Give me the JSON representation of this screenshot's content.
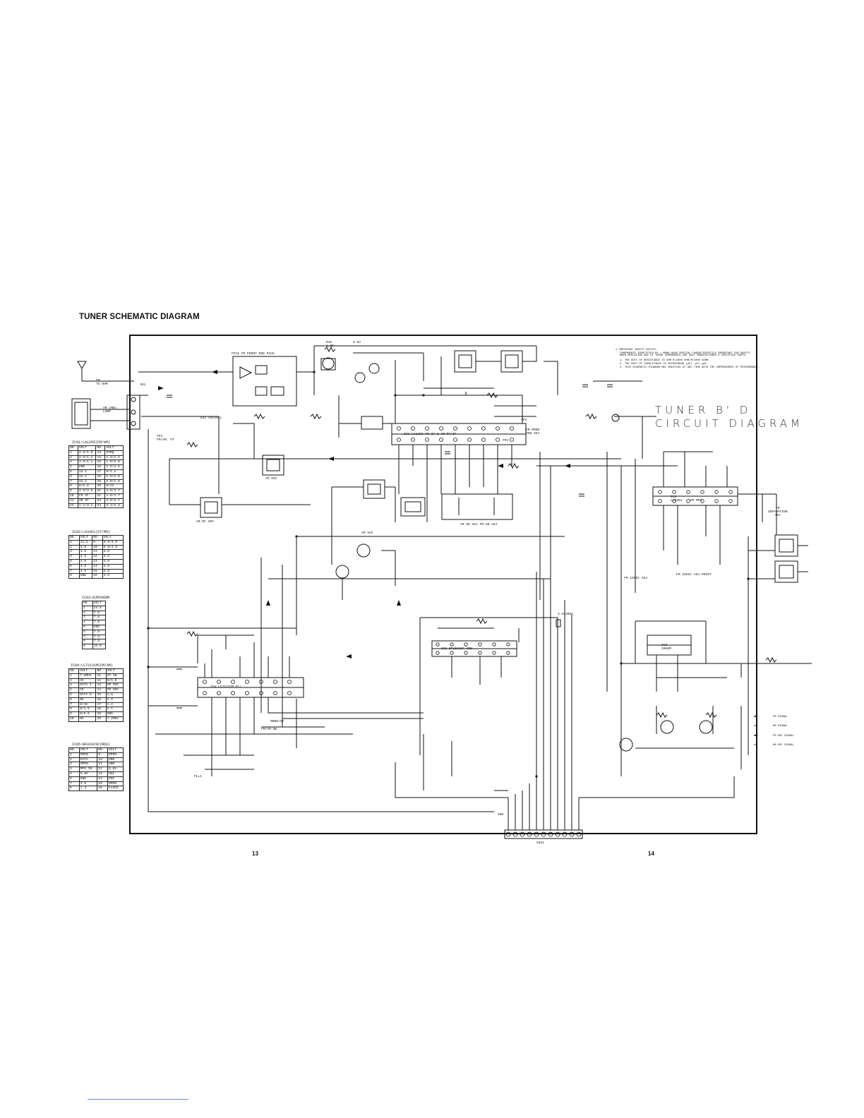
{
  "heading": "TUNER SCHEMATIC DIAGRAM",
  "board_title": {
    "line1": "TUNER B' D",
    "line2": "CIRCUIT DIAGRAM"
  },
  "page_numbers": {
    "left": "13",
    "right": "14"
  },
  "safety_notes": [
    "★ IMPORTANT SAFETY NOTICE:",
    "COMPONENTS IDENTIFIED BY ⚠ MARK HAVE SPECIAL CHARACTERISTICS IMPORTANT FOR SAFETY.",
    "WHEN REPLACING ANY OF THESE COMPONENTS USE ONLY MANUFACTURER'S SPECIFIED PARTS.",
    "1. THE UNIT OF RESISTANCE IS OHM.K=1000 OHM,M=1000 KOHM.",
    "2. THE UNIT OF CAPACITANCE IS MICROFARAD (µF). pF= µµF.",
    "3. THIS SCHEMATIC DIAGRAM MAY MODIFIED AT ANY TIME WITH THE IMPROVEMENT OF PERFORMANCE."
  ],
  "legend": [
    {
      "arrow": "➡",
      "label": "FM SIGNAL"
    },
    {
      "arrow": "⇨",
      "label": "AM SIGNAL"
    },
    {
      "arrow": "➡",
      "label": "FM OSC SIGNAL"
    },
    {
      "arrow": "⇨",
      "label": "AM OSC SIGNAL"
    }
  ],
  "tables": {
    "ic1": {
      "title": "IC01:LA1265(FM/AM)",
      "header": [
        "NO.",
        "VOLT",
        "NO.",
        "VOLT"
      ],
      "rows": [
        [
          "1",
          "2.5/1.8",
          "13",
          "STRQ"
        ],
        [
          "2",
          "2.5/1.1",
          "14",
          "1.2/1.2"
        ],
        [
          "3",
          "3.5/1.1",
          "15",
          "1.5/2.8"
        ],
        [
          "4",
          "GND",
          "16",
          "1.5/2.6"
        ],
        [
          "5",
          "12.1",
          "17",
          "8/1.2"
        ],
        [
          "6",
          "12.1",
          "18",
          "2.5/2.8"
        ],
        [
          "7",
          "12.1",
          "19",
          "2.5/1.5"
        ],
        [
          "8",
          "8/5.8",
          "20",
          "8/12"
        ],
        [
          "9",
          "3.9/3.9",
          "21",
          "4.8/3.7"
        ],
        [
          "10",
          "FM IF",
          "22",
          "4.8/3.7"
        ],
        [
          "11",
          "AM IF",
          "23",
          "4.8/3.7"
        ],
        [
          "12",
          "1.1/3.1",
          "24",
          "3.1/2.3"
        ]
      ]
    },
    "ic2": {
      "title": "IC02:LA3361(ST/MO)",
      "header": [
        "NO.",
        "VOLT",
        "NO.",
        "VOLT"
      ],
      "rows": [
        [
          "1",
          "11.5",
          "9",
          "8.5/4.8"
        ],
        [
          "2",
          "3.8",
          "10",
          "8.8/4.8"
        ],
        [
          "3",
          "3.8",
          "11",
          "3.8"
        ],
        [
          "4",
          "4.8",
          "12",
          "3.8"
        ],
        [
          "5",
          "3.8",
          "13",
          "3.8"
        ],
        [
          "6",
          "3.8",
          "14",
          "3.8"
        ],
        [
          "7",
          "4.8",
          "15",
          "3.8"
        ],
        [
          "8",
          "GND",
          "16",
          "3.5"
        ]
      ]
    },
    "ic3": {
      "title": "IC03:NJM2068M",
      "header": [
        "NO.",
        "VOLT"
      ],
      "rows": [
        [
          "1",
          "14.8"
        ],
        [
          "2",
          "7.8"
        ],
        [
          "3",
          "7.8"
        ],
        [
          "4",
          "7.8"
        ],
        [
          "5",
          "GND"
        ],
        [
          "6",
          "7.8"
        ],
        [
          "7",
          "7.8"
        ],
        [
          "8",
          "7.8"
        ],
        [
          "9",
          "14.8"
        ]
      ]
    },
    "ic4": {
      "title": "IC04:LC72131M(FM/AM)",
      "header": [
        "NO.",
        "VOLT",
        "NO.",
        "VOLT"
      ],
      "rows": [
        [
          "1",
          "7.2MHz",
          "11",
          "IF IN"
        ],
        [
          "2",
          "CE",
          "12",
          "8/5.8"
        ],
        [
          "3",
          "DATA I",
          "13",
          "AM OSC"
        ],
        [
          "4",
          "CK",
          "14",
          "FM OSC"
        ],
        [
          "5",
          "DATA O",
          "15",
          "4.8"
        ],
        [
          "6",
          "NC",
          "16",
          "1.2"
        ],
        [
          "7",
          "8/15",
          "17",
          "1.2"
        ],
        [
          "8",
          "8/1.5",
          "18",
          "V.T"
        ],
        [
          "9",
          "8/5.6",
          "19",
          "GND"
        ],
        [
          "10",
          "NC",
          "20",
          "7.2MHz"
        ]
      ]
    },
    "ic5": {
      "title": "IC05:BFU1923F(RDS)",
      "header": [
        "NO.",
        "VOLT",
        "NO.",
        "VOLT"
      ],
      "rows": [
        [
          "1",
          "OPEN",
          "9",
          "OPEN"
        ],
        [
          "2",
          "DATA",
          "10",
          "GND"
        ],
        [
          "3",
          "OPEN",
          "11",
          "GND"
        ],
        [
          "4",
          "MPX.IN",
          "12",
          "5.8V"
        ],
        [
          "5",
          "5.8V",
          "13",
          "OSC"
        ],
        [
          "6",
          "GND",
          "14",
          "OSC"
        ],
        [
          "7",
          "3.8",
          "15",
          "OPEN"
        ],
        [
          "8",
          "1.3",
          "16",
          "CLOCK"
        ]
      ]
    }
  },
  "labels": {
    "fm_antenna": "FM\n75 OHM",
    "am_loop": "AM (MW)\nLOOP",
    "jk1": "JK1",
    "fp11": "FP11  FM FRONT END PACK",
    "ic1": "IC1    LA1266    FM IF & AM RF/IF",
    "ic2": "IC2\nLA3361    FM MPX",
    "ic3": "IC3\n2068M",
    "ic4": "IC4  LC72131M   PLL",
    "ic5": "IC5 BFU1923F  RDS",
    "am_osc": "AM OSC",
    "am_rf_ant": "AM RF ANT",
    "am_vcc": "AM VCC",
    "fm_separation": "FM\nSEPARATION\nADJ",
    "fm_mono": "FM MONO\nTHD ADJ",
    "am_sd": "AM SD ADJ  FM SD ADJ",
    "fm19": "FM 19kHz ADJ",
    "fm19_point": "FM 19kHz ADJ POINT",
    "crystal": "4.332MHz",
    "cn11": "CN11",
    "pll": "PLL1",
    "mono_st": "MONO/ST",
    "fm_am_sw": "FM/AM SW",
    "gnd": "GND",
    "d11": "D11 SVC342L",
    "r15": "R15\n1.8K",
    "v58": "5.8V",
    "tp1": "TP1\nFM/AM. VT",
    "tp2": "TP2",
    "tp3": "TP3"
  }
}
